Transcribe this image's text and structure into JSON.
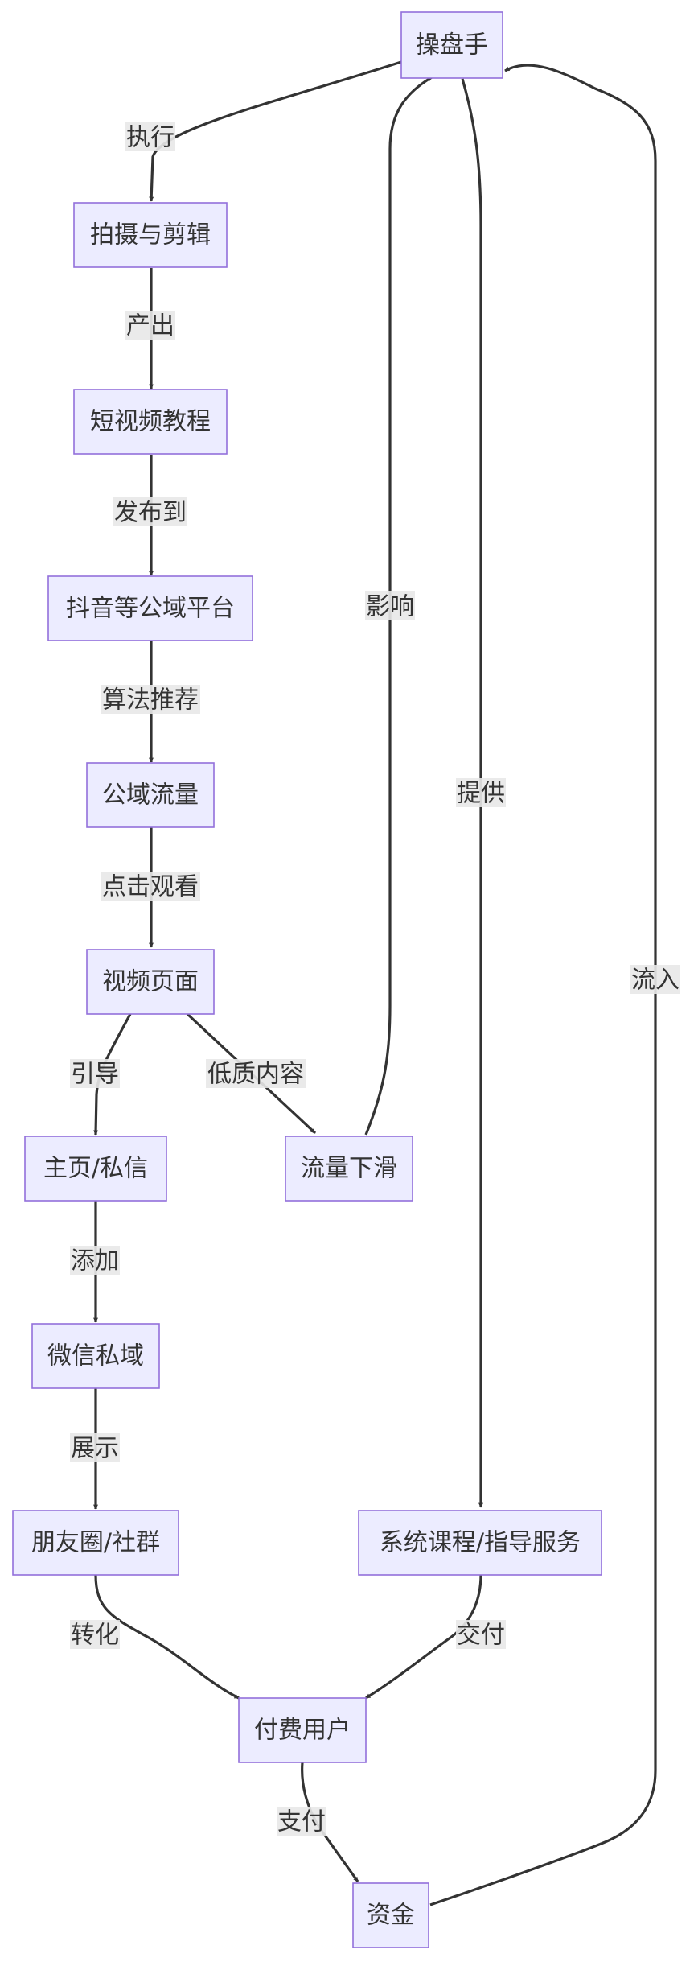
{
  "nodes": {
    "operator": "操盘手",
    "shoot_edit": "拍摄与剪辑",
    "short_video": "短视频教程",
    "douyin": "抖音等公域平台",
    "public_traffic": "公域流量",
    "video_page": "视频页面",
    "homepage_dm": "主页/私信",
    "traffic_drop": "流量下滑",
    "wechat_private": "微信私域",
    "moments_group": "朋友圈/社群",
    "course_service": "系统课程/指导服务",
    "paying_user": "付费用户",
    "funds": "资金"
  },
  "edges": {
    "execute": "执行",
    "produce": "产出",
    "publish_to": "发布到",
    "algorithm_recommend": "算法推荐",
    "click_watch": "点击观看",
    "guide": "引导",
    "low_quality": "低质内容",
    "influence": "影响",
    "provide": "提供",
    "add": "添加",
    "display": "展示",
    "convert": "转化",
    "deliver": "交付",
    "pay": "支付",
    "inflow": "流入"
  }
}
